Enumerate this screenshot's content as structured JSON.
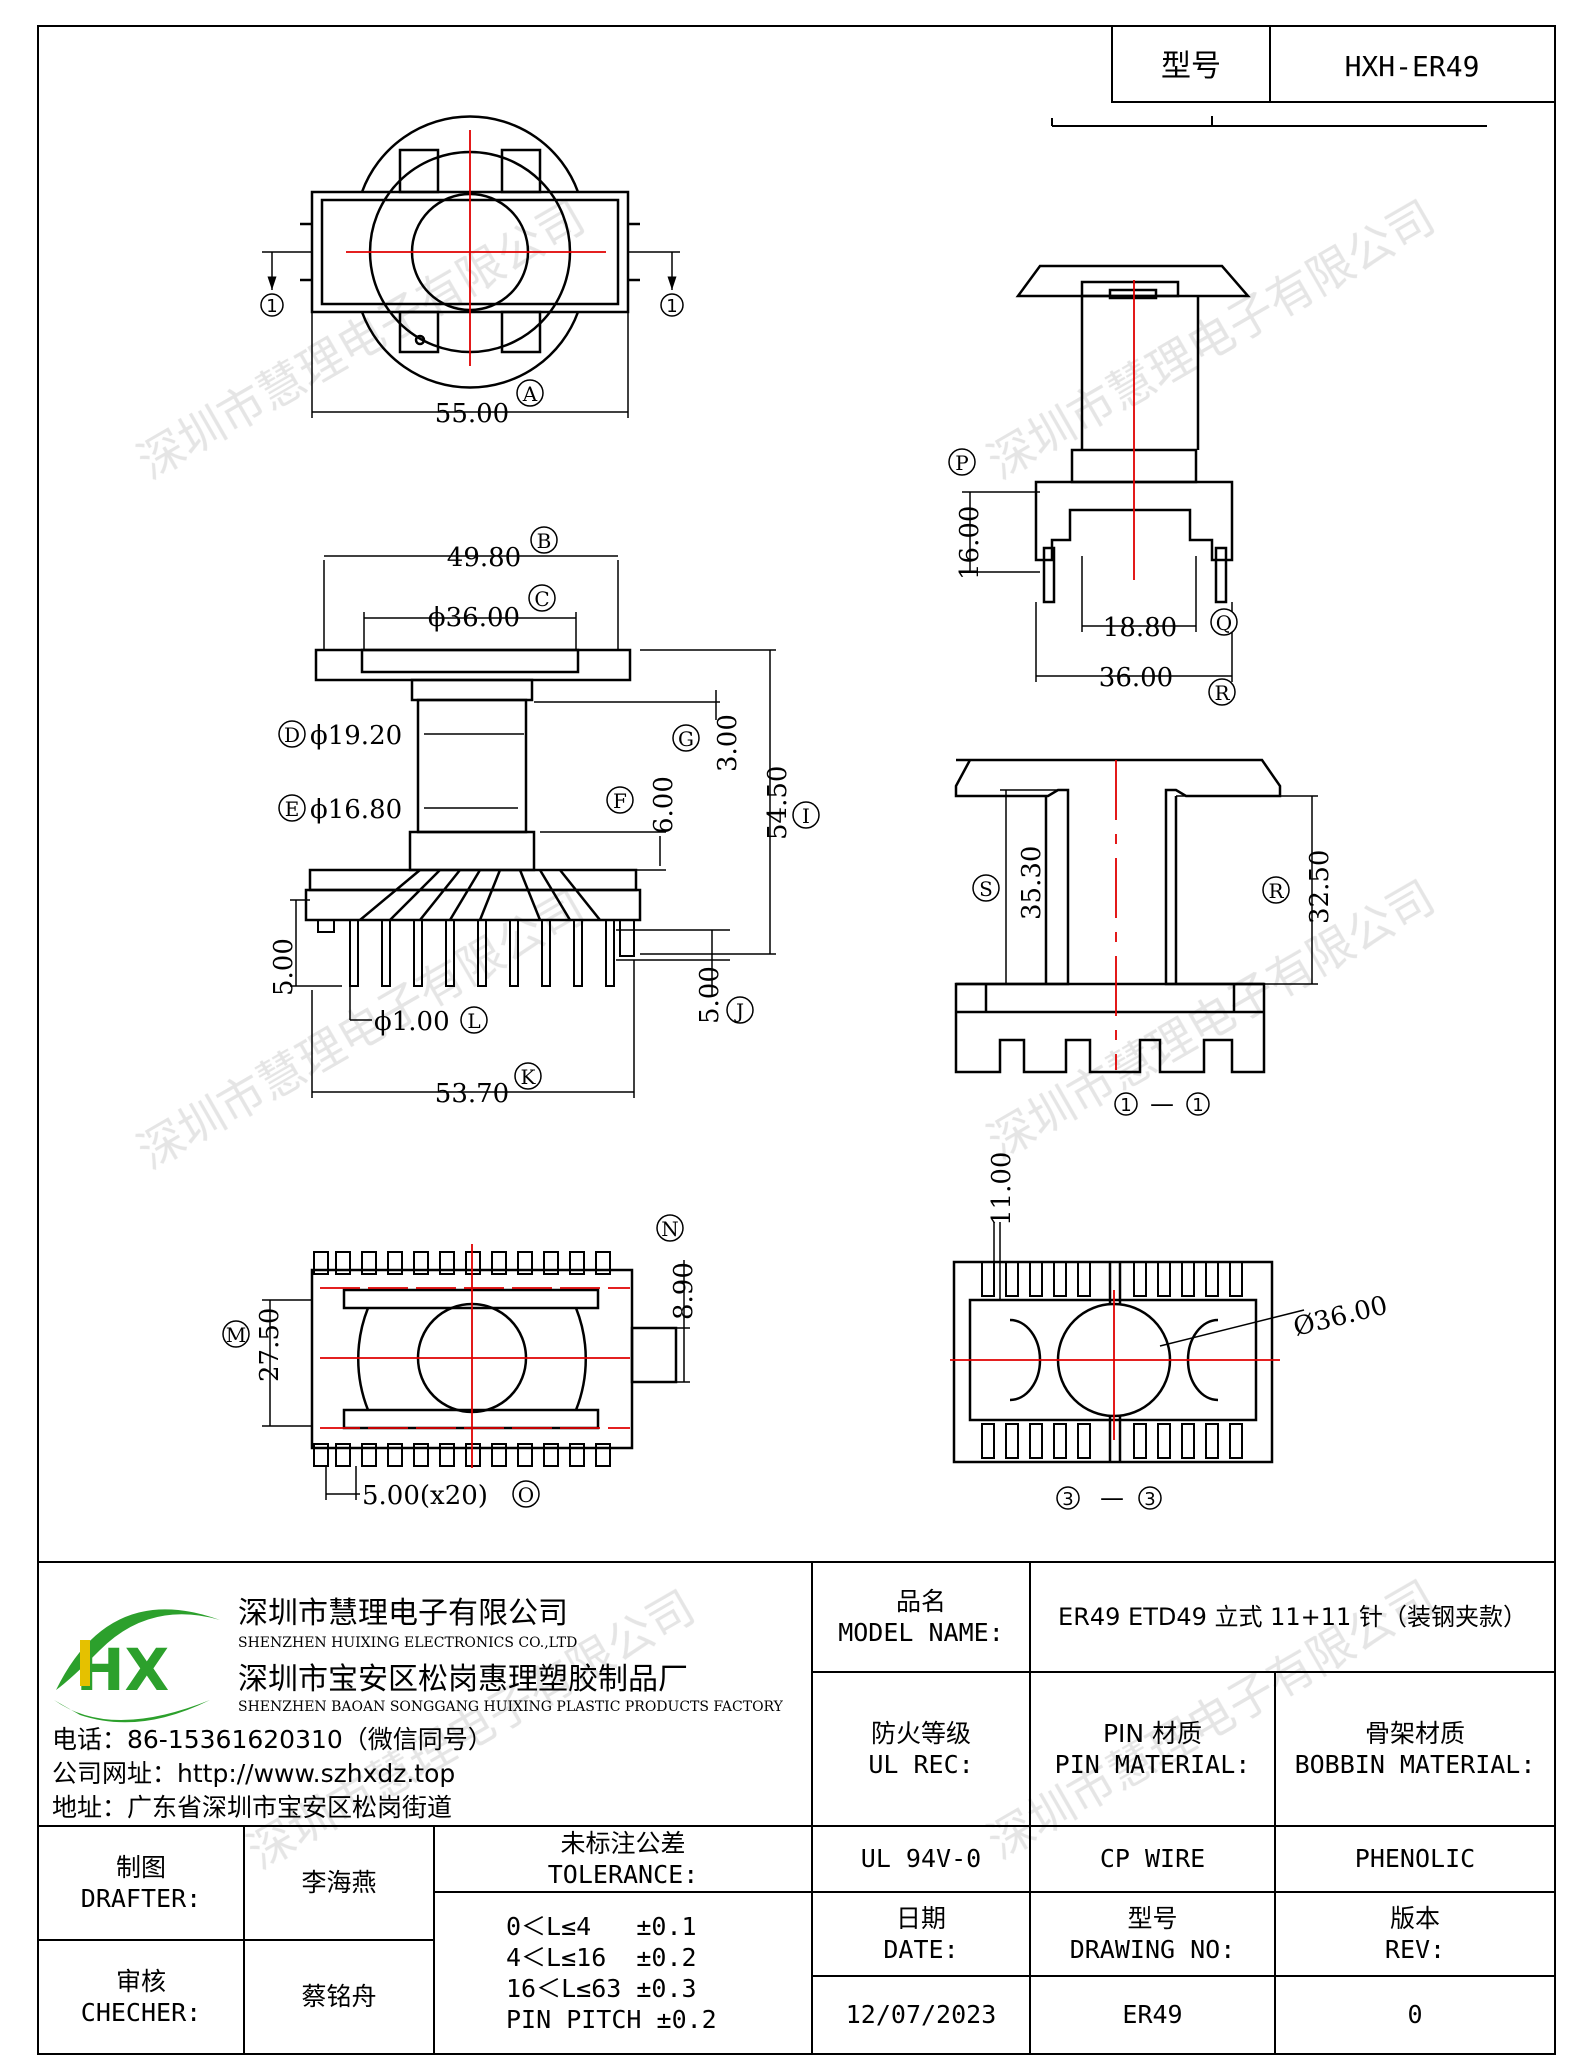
{
  "header": {
    "model_label": "型号",
    "model_value": "HXH-ER49"
  },
  "watermark": "深圳市慧理电子有限公司",
  "dimensions": {
    "top_width": "55.00",
    "flange_width": "49.80",
    "inner_dia": "ϕ36.00",
    "dia_d": "ϕ19.20",
    "dia_e": "ϕ16.80",
    "g_val": "3.00",
    "f_val": "6.00",
    "total_h": "54.50",
    "pin_left": "5.00",
    "pin_j": "5.00",
    "pin_dia": "ϕ1.00",
    "base_width": "53.70",
    "p_val": "16.00",
    "q_val": "18.80",
    "r_width": "36.00",
    "s_val": "35.30",
    "r2_val": "32.50",
    "bottom_w": "27.50",
    "n_val": "8.90",
    "pitch": "5.00(x20)",
    "b11": "11.00",
    "dia_right": "Ø36.00"
  },
  "markers": {
    "A": "A",
    "B": "B",
    "C": "C",
    "D": "D",
    "E": "E",
    "F": "F",
    "G": "G",
    "I": "I",
    "J": "J",
    "K": "K",
    "L": "L",
    "M": "M",
    "N": "N",
    "O": "O",
    "P": "P",
    "Q": "Q",
    "R": "R",
    "S": "S",
    "one": "1",
    "three": "3",
    "dash": "—"
  },
  "company": {
    "name_cn": "深圳市慧理电子有限公司",
    "name_en": "SHENZHEN HUIXING ELECTRONICS CO.,LTD",
    "factory_cn": "深圳市宝安区松岗惠理塑胶制品厂",
    "factory_en": "SHENZHEN BAOAN SONGGANG HUIXING PLASTIC PRODUCTS FACTORY",
    "phone": "电话：86-15361620310（微信同号）",
    "website": "公司网址：http://www.szhxdz.top",
    "address": "地址：广东省深圳市宝安区松岗街道",
    "logo_text": "HX",
    "colors": {
      "green": "#2ca02c",
      "yellow": "#e5c100"
    }
  },
  "title_block": {
    "model_name_cn": "品名",
    "model_name_en": "MODEL NAME:",
    "model_name_value": "ER49 ETD49 立式 11+11 针（装钢夹款）",
    "ul_cn": "防火等级",
    "ul_en": "UL REC:",
    "pin_cn": "PIN 材质",
    "pin_en": "PIN MATERIAL:",
    "bobbin_cn": "骨架材质",
    "bobbin_en": "BOBBIN MATERIAL:",
    "drafter_cn": "制图",
    "drafter_en": "DRAFTER:",
    "drafter_name": "李海燕",
    "checker_cn": "审核",
    "checker_en": "CHECHER:",
    "checker_name": "蔡铭舟",
    "tolerance_cn": "未标注公差",
    "tolerance_en": "TOLERANCE:",
    "tolerances": [
      "0＜L≤4   ±0.1",
      "4＜L≤16  ±0.2",
      "16＜L≤63 ±0.3",
      "PIN PITCH ±0.2"
    ],
    "ul_value": "UL 94V-0",
    "pin_value": "CP WIRE",
    "bobbin_value": "PHENOLIC",
    "date_cn": "日期",
    "date_en": "DATE:",
    "drawing_cn": "型号",
    "drawing_en": "DRAWING NO:",
    "rev_cn": "版本",
    "rev_en": "REV:",
    "date_value": "12/07/2023",
    "drawing_value": "ER49",
    "rev_value": "0"
  }
}
